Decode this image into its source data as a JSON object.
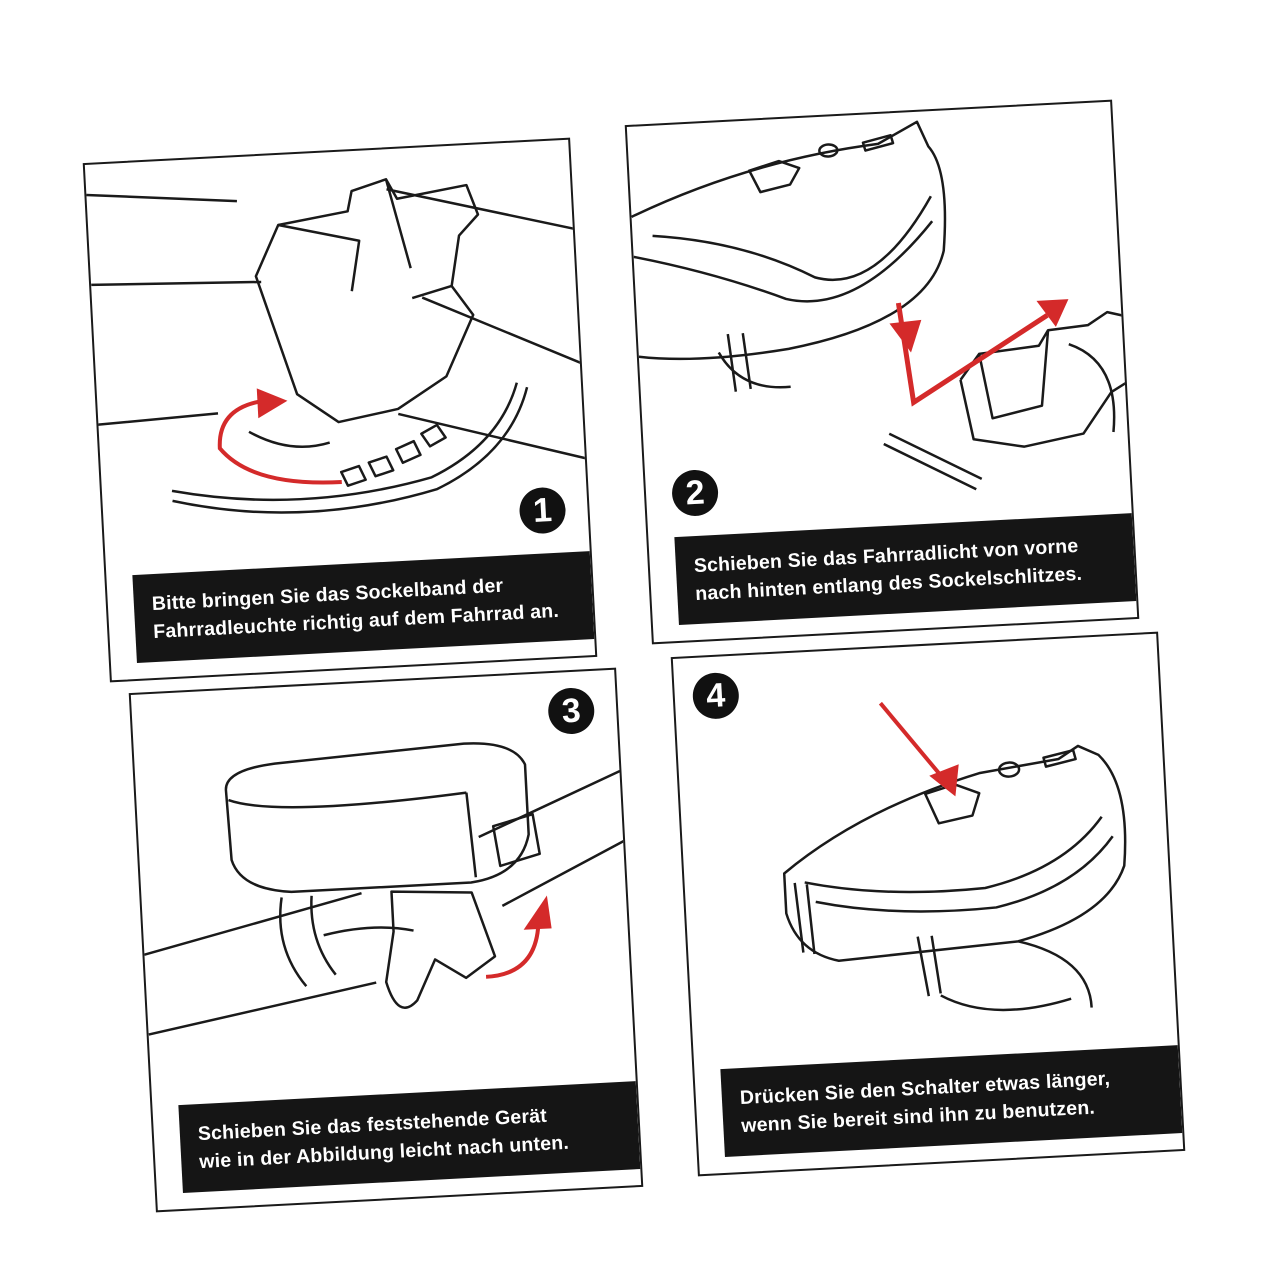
{
  "panels": [
    {
      "number": "1",
      "caption_line1": "Bitte bringen Sie das Sockelband der",
      "caption_line2": "Fahrradleuchte richtig auf dem Fahrrad an."
    },
    {
      "number": "2",
      "caption_line1": "Schieben Sie das Fahrradlicht von vorne",
      "caption_line2": "nach hinten entlang des Sockelschlitzes."
    },
    {
      "number": "3",
      "caption_line1": "Schieben Sie das feststehende Gerät",
      "caption_line2": "wie in der Abbildung leicht nach unten."
    },
    {
      "number": "4",
      "caption_line1": "Drücken Sie den Schalter etwas länger,",
      "caption_line2": "wenn Sie bereit sind ihn zu benutzen."
    }
  ],
  "colors": {
    "arrow": "#d42a2a",
    "line": "#1a1a1a",
    "caption_bg": "#151515"
  }
}
